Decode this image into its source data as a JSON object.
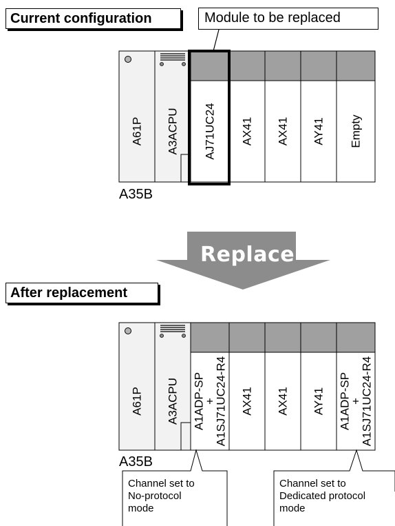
{
  "top": {
    "section_label": "Current configuration",
    "callout_label": "Module to be replaced",
    "base_label": "A35B",
    "modules": [
      "A61P",
      "A3ACPU",
      "AJ71UC24",
      "AX41",
      "AX41",
      "AY41",
      "Empty"
    ]
  },
  "arrow": {
    "label": "Replace"
  },
  "bottom": {
    "section_label": "After replacement",
    "base_label": "A35B",
    "modules": [
      {
        "lines": [
          "A61P"
        ]
      },
      {
        "lines": [
          "A3ACPU"
        ]
      },
      {
        "lines": [
          "A1ADP-SP",
          "+",
          "A1SJ71UC24-R4"
        ]
      },
      {
        "lines": [
          "AX41"
        ]
      },
      {
        "lines": [
          "AX41"
        ]
      },
      {
        "lines": [
          "AY41"
        ]
      },
      {
        "lines": [
          "A1ADP-SP",
          "+",
          "A1SJ71UC24-R4"
        ]
      }
    ],
    "callouts": [
      {
        "lines": [
          "Channel set to",
          "No-protocol",
          "mode"
        ]
      },
      {
        "lines": [
          "Channel set to",
          "Dedicated protocol",
          "mode"
        ]
      }
    ]
  },
  "colors": {
    "slot_header": "#a0a0a0",
    "arrow": "#8c8c8c",
    "rack_bg": "#f2f2f2"
  }
}
